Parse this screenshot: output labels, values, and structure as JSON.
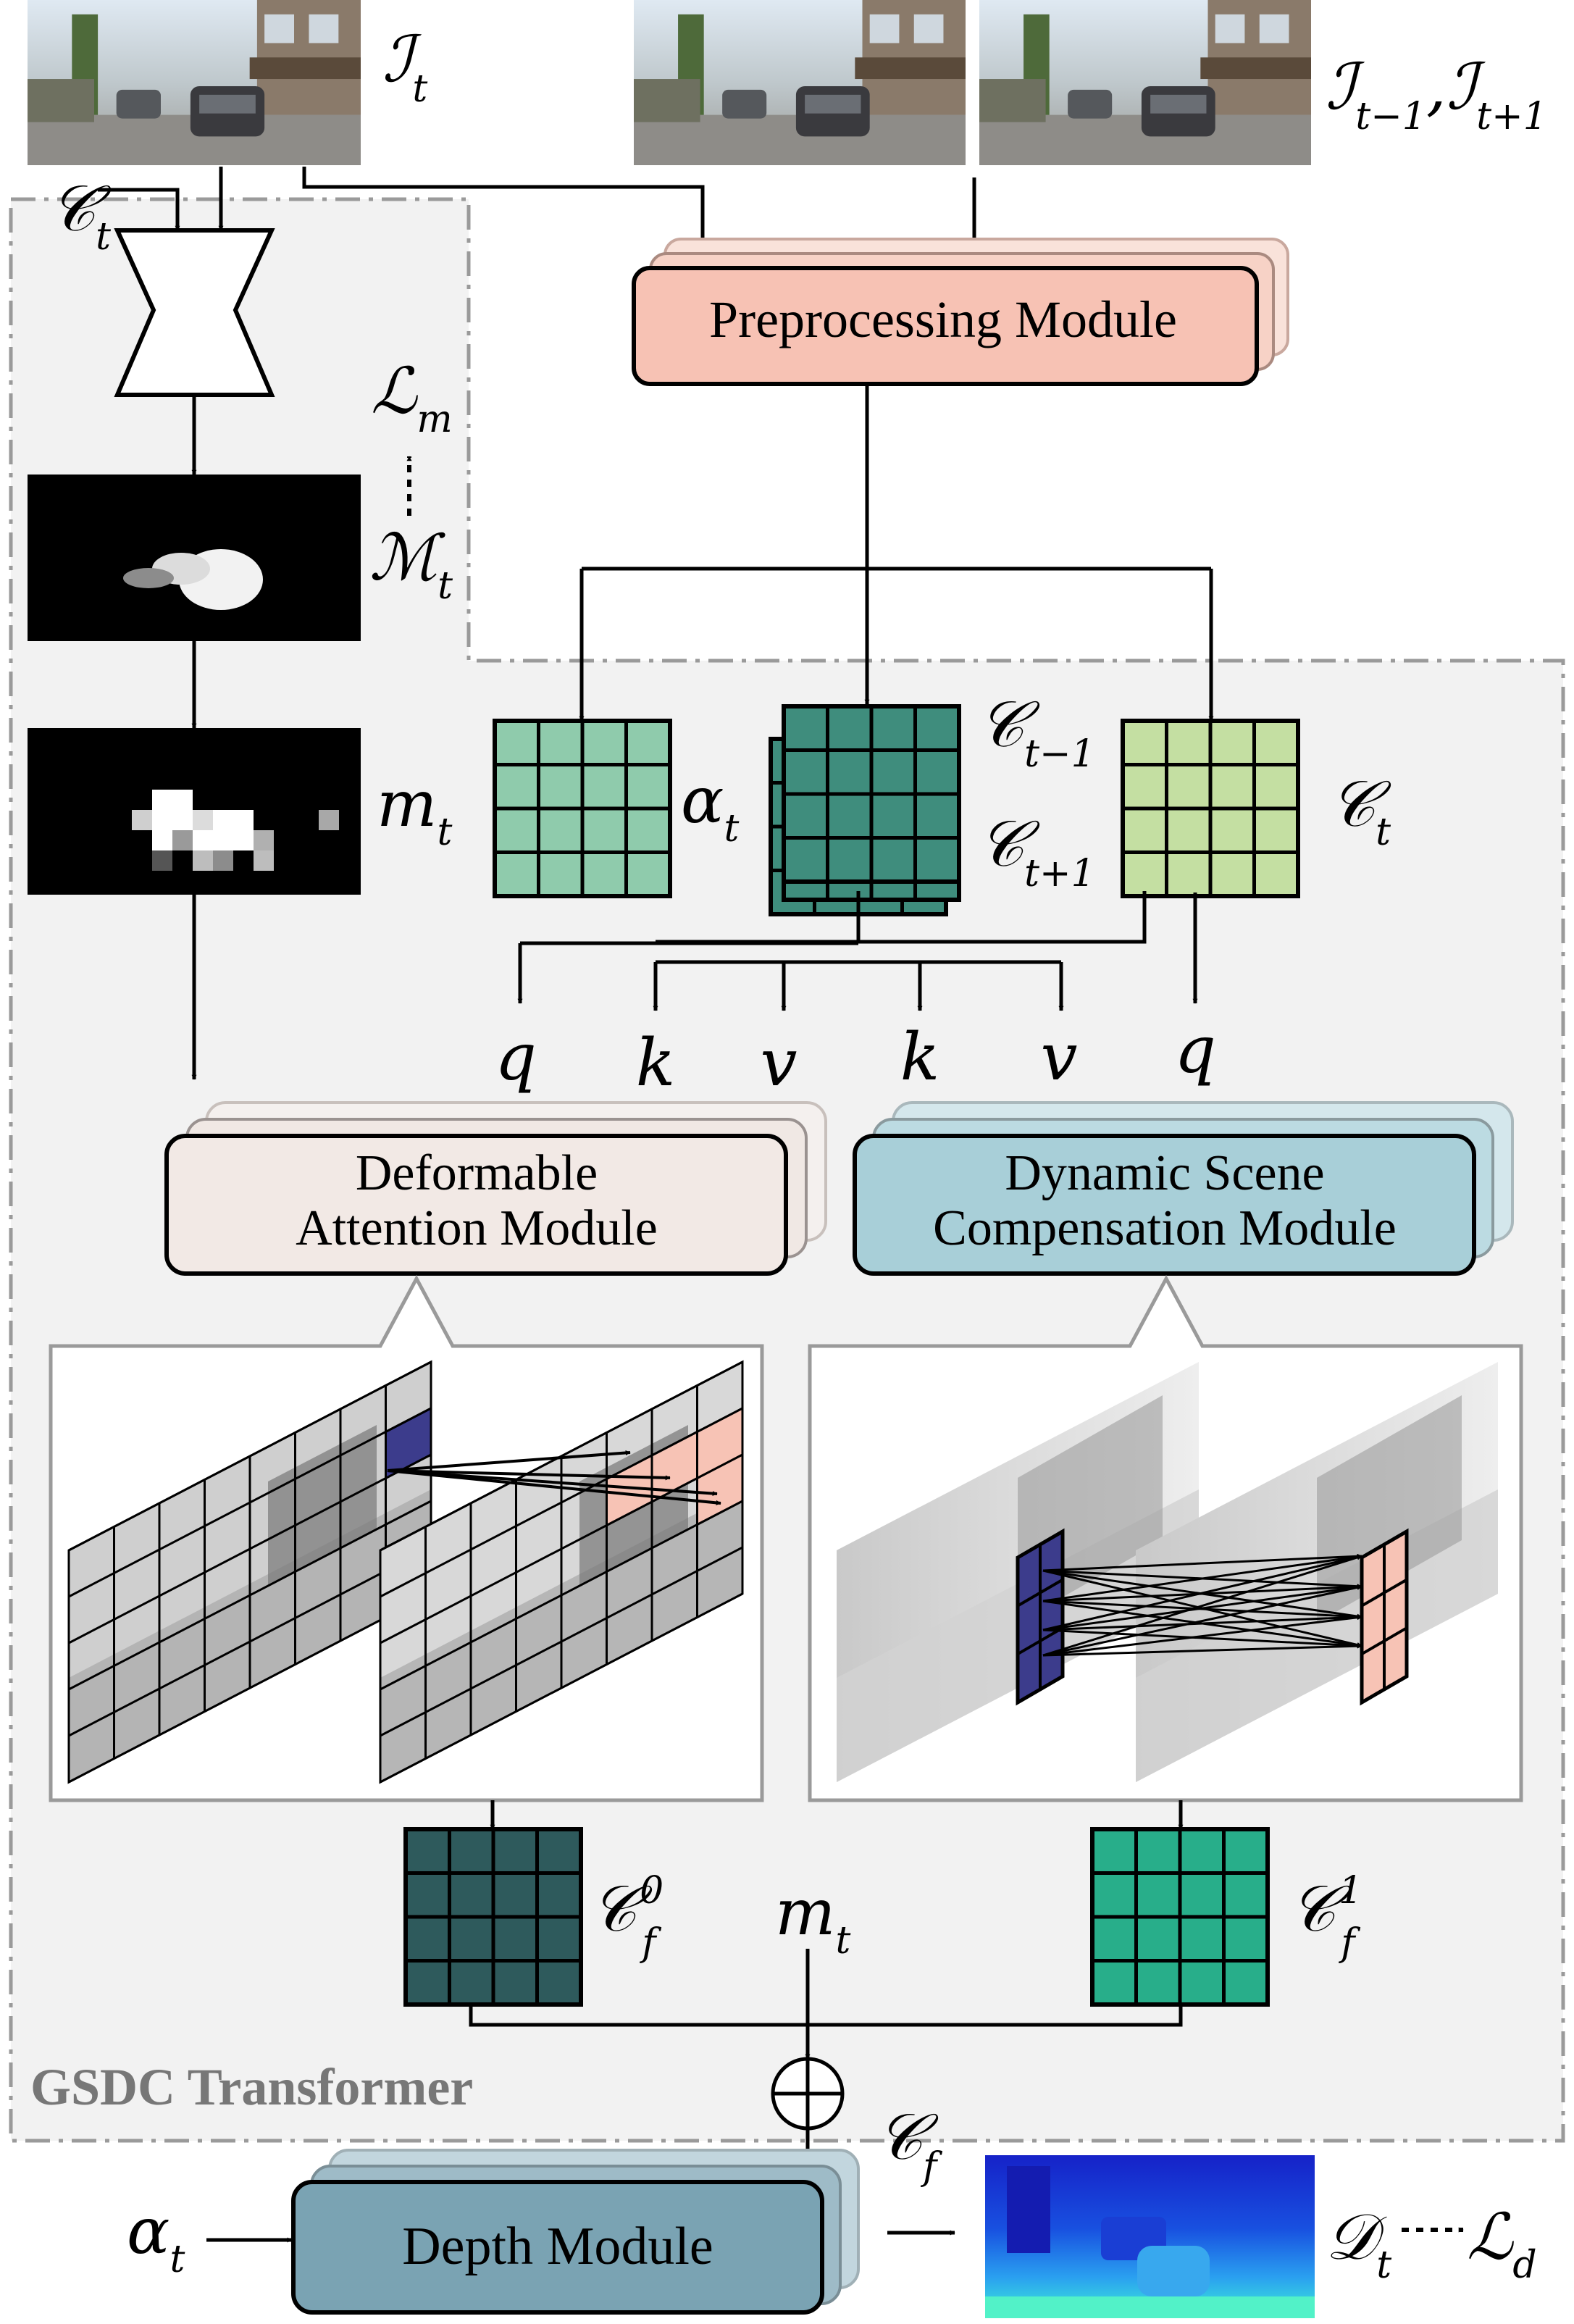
{
  "symbols": {
    "I_t": {
      "base": "ℐ",
      "sub": "t"
    },
    "I_pm": {
      "base1": "ℐ",
      "sub1": "t−1",
      "sep": ",",
      "base2": "ℐ",
      "sub2": "t+1"
    },
    "C_t_top": {
      "base": "𝒞",
      "sub": "t"
    },
    "L_m": {
      "base": "ℒ",
      "sub": "m"
    },
    "M_t": {
      "base": "ℳ",
      "sub": "t"
    },
    "m_t_left": {
      "base": "m",
      "sub": "t"
    },
    "alpha_t": {
      "base": "α",
      "sub": "t"
    },
    "C_tm1": {
      "base": "𝒞",
      "sub": "t−1"
    },
    "C_tp1": {
      "base": "𝒞",
      "sub": "t+1"
    },
    "C_t_right": {
      "base": "𝒞",
      "sub": "t"
    },
    "qkv": [
      "q",
      "k",
      "v",
      "k",
      "v",
      "q"
    ],
    "C_f0": {
      "base": "𝒞",
      "sub": "f",
      "sup": "0"
    },
    "C_f1": {
      "base": "𝒞",
      "sub": "f",
      "sup": "1"
    },
    "m_t_center": {
      "base": "m",
      "sub": "t"
    },
    "C_f": {
      "base": "𝒞",
      "sub": "f"
    },
    "alpha_bottom": {
      "base": "α",
      "sub": "t"
    },
    "D_t": {
      "base": "𝒟",
      "sub": "t"
    },
    "L_d": {
      "base": "ℒ",
      "sub": "d"
    }
  },
  "modules": {
    "preprocessing": "Preprocessing Module",
    "deformable_line1": "Deformable",
    "deformable_line2": "Attention Module",
    "dynamic_line1": "Dynamic Scene",
    "dynamic_line2": "Compensation Module",
    "depth": "Depth Module"
  },
  "region_label": "GSDC Transformer",
  "colors": {
    "preprocessing_fill": "#f7c2b4",
    "deformable_fill": "#f2e9e5",
    "dynamic_fill": "#a8cfd8",
    "depth_fill": "#7aa3b3",
    "alpha_grid": "#8fcbac",
    "ctpm_grid": "#3f8d7d",
    "ct_grid": "#c4dfa2",
    "cf0_grid": "#2e5a5c",
    "cf1_grid": "#28ae8a",
    "query_cell": "#3c3c8c",
    "key_cell": "#f7c3b5",
    "panel_bg": "#f2f2f2"
  }
}
